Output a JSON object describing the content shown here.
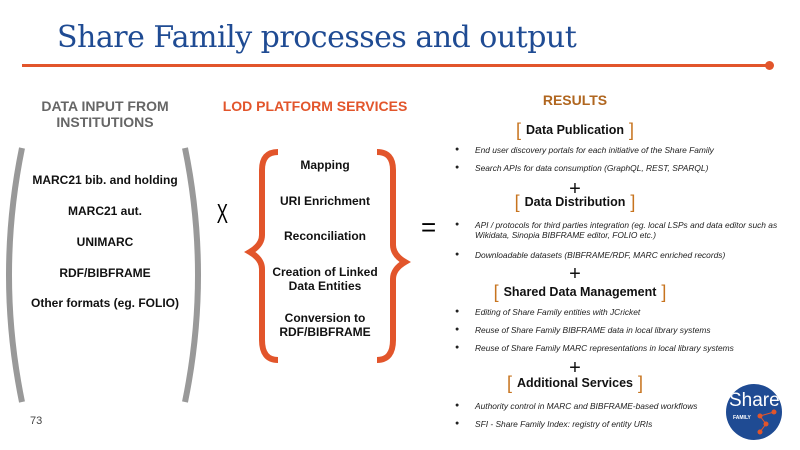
{
  "title": "Share Family processes and output",
  "input": {
    "header": "DATA INPUT FROM INSTITUTIONS",
    "items": [
      "MARC21 bib. and holding",
      "MARC21 aut.",
      "UNIMARC",
      "RDF/BIBFRAME",
      "Other formats (eg. FOLIO)"
    ]
  },
  "operator_times": "X",
  "operator_equals": "=",
  "lod": {
    "header": "LOD PLATFORM SERVICES",
    "items": [
      "Mapping",
      "URI Enrichment",
      "Reconciliation",
      "Creation of Linked Data Entities",
      "Conversion to RDF/BIBFRAME"
    ]
  },
  "results": {
    "header": "RESULTS",
    "plus": "+",
    "sections": [
      {
        "title": "Data Publication",
        "bullets": [
          "End user discovery portals for each initiative of the Share Family",
          "Search APIs for data consumption (GraphQL, REST, SPARQL)"
        ]
      },
      {
        "title": "Data Distribution",
        "bullets": [
          "API / protocols for third parties integration (eg. local LSPs and data editor such as Wikidata, Sinopia BIBFRAME editor, FOLIO etc.)",
          "Downloadable datasets (BIBFRAME/RDF, MARC enriched records)"
        ]
      },
      {
        "title": "Shared Data Management",
        "bullets": [
          "Editing of Share Family entities with JCricket",
          "Reuse of Share Family BIBFRAME data in local library systems",
          "Reuse of Share Family MARC representations in local library systems"
        ]
      },
      {
        "title": "Additional Services",
        "bullets": [
          "Authority control in MARC and BIBFRAME-based workflows",
          "SFI - Share Family Index: registry of entity URIs"
        ]
      }
    ]
  },
  "logo": {
    "text": "Share",
    "sub": "FAMILY"
  },
  "page_number": "73",
  "colors": {
    "title": "#1f4b93",
    "accent": "#e2552b",
    "results": "#b0661f",
    "bracket": "#c7741f"
  }
}
